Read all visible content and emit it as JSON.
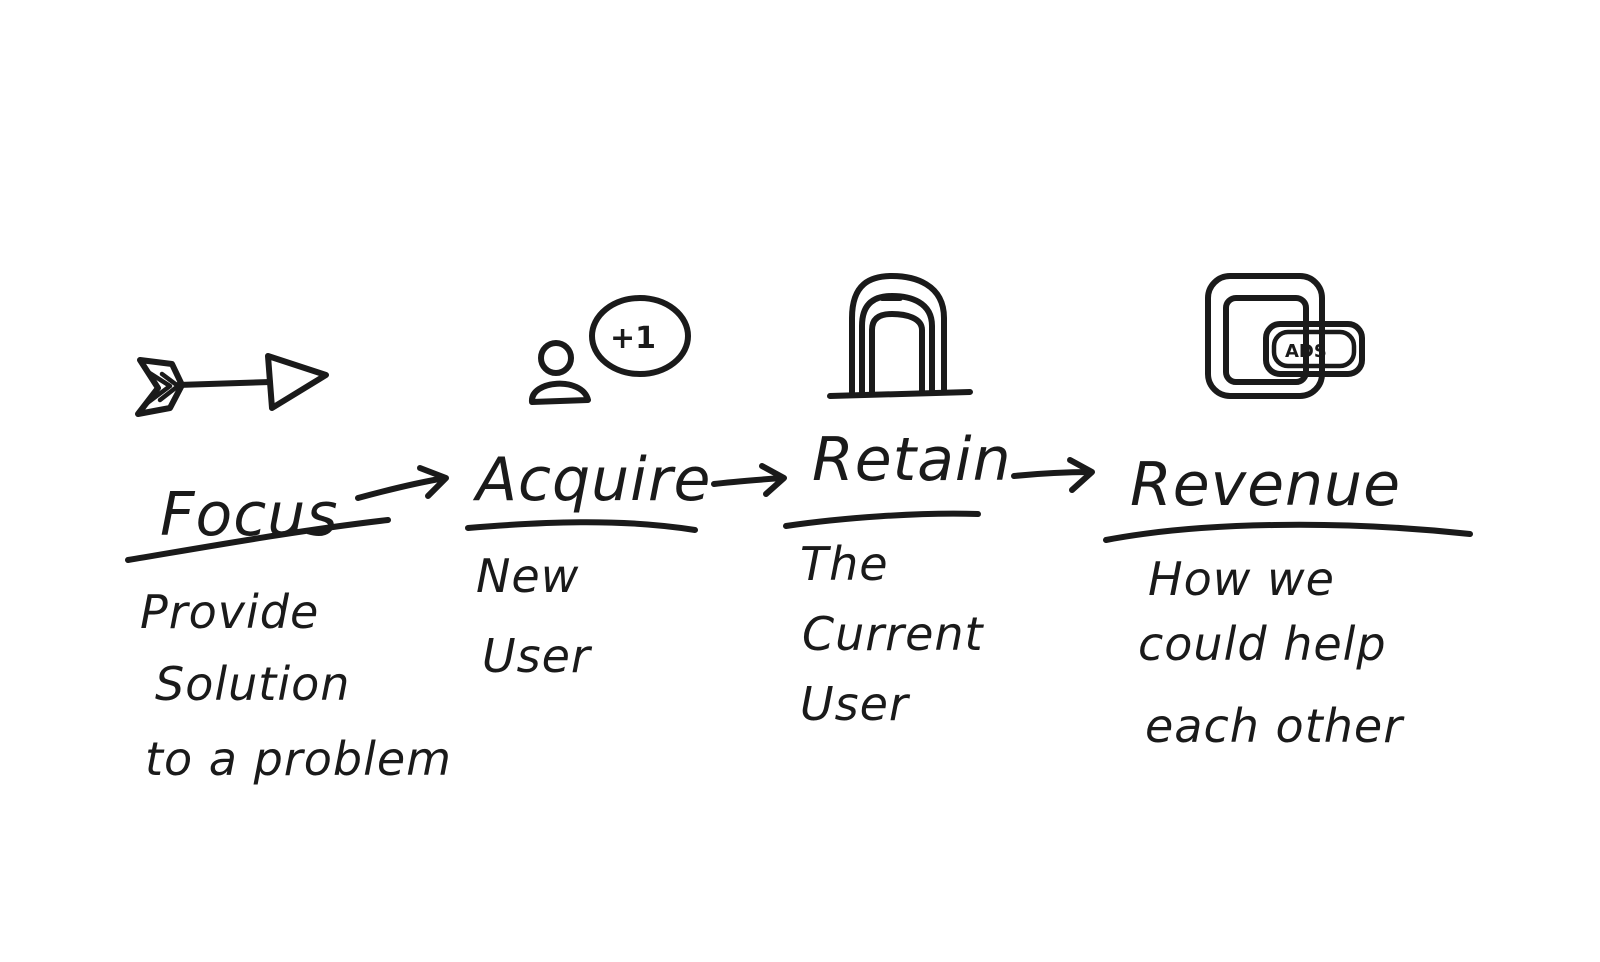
{
  "stages": [
    {
      "title": "Focus",
      "icon": "arrow-icon",
      "description": [
        "Provide",
        "Solution",
        "to a problem"
      ]
    },
    {
      "title": "Acquire",
      "icon": "user-plus-one-icon",
      "badge": "+1",
      "description": [
        "New",
        "User"
      ]
    },
    {
      "title": "Retain",
      "icon": "magnet-icon",
      "description": [
        "The",
        "Current",
        "User"
      ]
    },
    {
      "title": "Revenue",
      "icon": "ads-screen-icon",
      "badge": "ADS",
      "description": [
        "How we",
        "could help",
        "each other"
      ]
    }
  ],
  "connectors": [
    "flow-arrow-icon",
    "flow-arrow-icon",
    "flow-arrow-icon"
  ],
  "ink_color": "#1a1a1a",
  "background_color": "#ffffff"
}
